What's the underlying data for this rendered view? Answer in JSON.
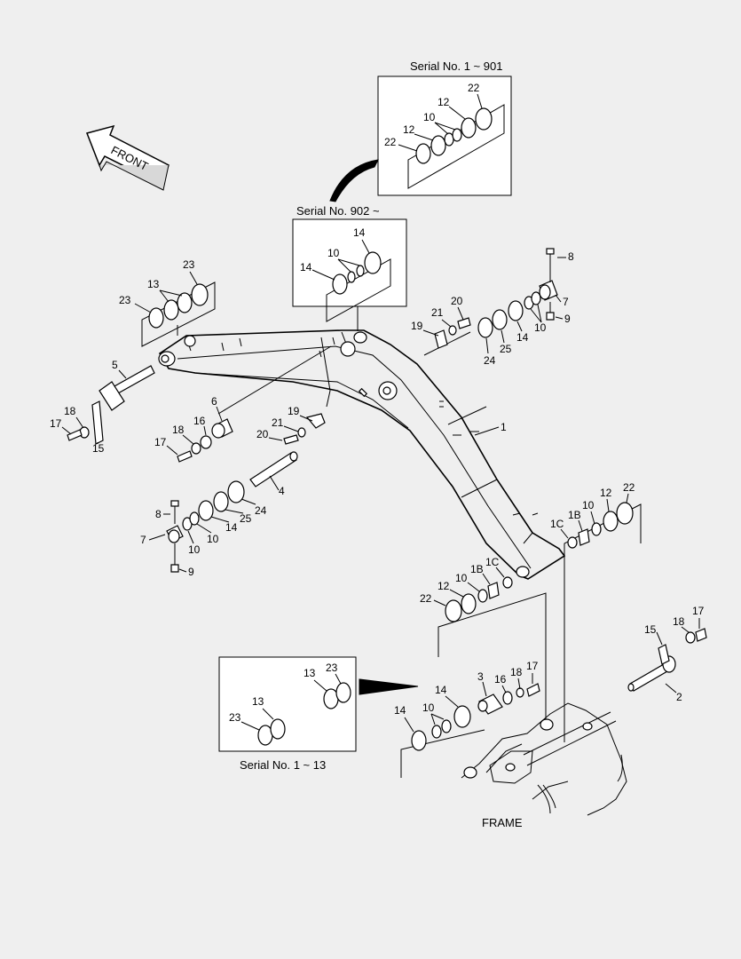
{
  "captions": {
    "serial_1_901": "Serial No. 1 ~ 901",
    "serial_902": "Serial No. 902 ~",
    "serial_1_13": "Serial No. 1 ~ 13",
    "frame": "FRAME",
    "front": "FRONT"
  },
  "labels": {
    "p1": "1",
    "p2": "2",
    "p3": "3",
    "p4": "4",
    "p5": "5",
    "p6": "6",
    "p7": "7",
    "p8": "8",
    "p9": "9",
    "p10": "10",
    "p12": "12",
    "p13": "13",
    "p14": "14",
    "p15": "15",
    "p16": "16",
    "p17": "17",
    "p18": "18",
    "p19": "19",
    "p20": "20",
    "p21": "21",
    "p22": "22",
    "p23": "23",
    "p24": "24",
    "p25": "25",
    "p1B": "1B",
    "p1C": "1C"
  }
}
